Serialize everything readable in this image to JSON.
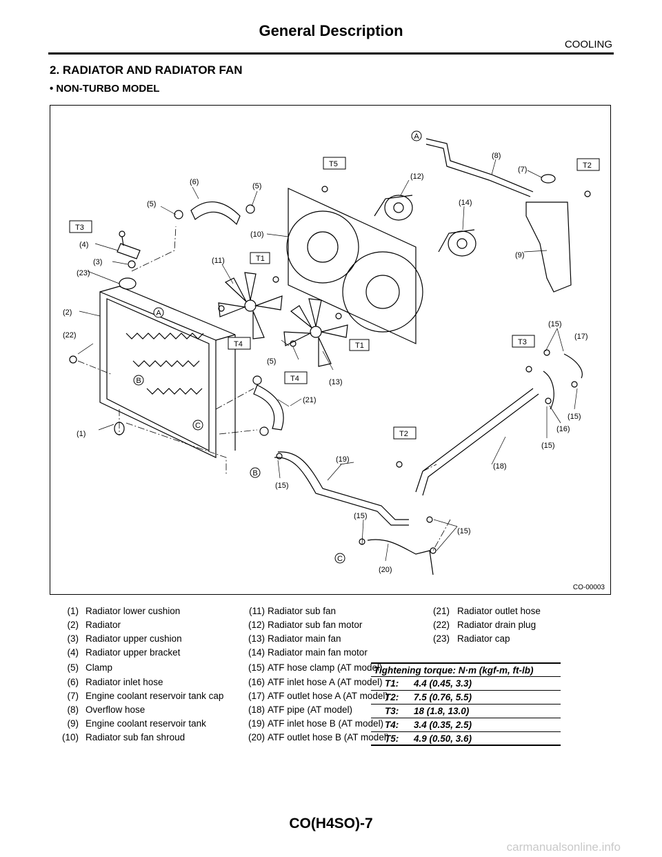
{
  "header": {
    "title": "General Description",
    "section": "COOLING"
  },
  "section_heading": "2.  RADIATOR AND RADIATOR FAN",
  "sub_heading": "• NON-TURBO MODEL",
  "figure": {
    "code": "CO-00003",
    "callouts": [
      "(1)",
      "(2)",
      "(3)",
      "(4)",
      "(5)",
      "(5)",
      "(5)",
      "(6)",
      "(7)",
      "(8)",
      "(9)",
      "(10)",
      "(11)",
      "(12)",
      "(13)",
      "(14)",
      "(15)",
      "(15)",
      "(15)",
      "(15)",
      "(15)",
      "(15)",
      "(16)",
      "(17)",
      "(18)",
      "(19)",
      "(20)",
      "(21)",
      "(22)",
      "(23)"
    ],
    "torque_tags": [
      "T1",
      "T1",
      "T2",
      "T2",
      "T3",
      "T3",
      "T4",
      "T4",
      "T5"
    ],
    "view_markers": [
      "A",
      "A",
      "B",
      "B",
      "C",
      "C"
    ]
  },
  "parts": [
    [
      {
        "n": "(1)",
        "t": "Radiator lower cushion"
      },
      {
        "n": "(11)",
        "t": "Radiator sub fan"
      },
      {
        "n": "(21)",
        "t": "Radiator outlet hose"
      }
    ],
    [
      {
        "n": "(2)",
        "t": "Radiator"
      },
      {
        "n": "(12)",
        "t": "Radiator sub fan motor"
      },
      {
        "n": "(22)",
        "t": "Radiator drain plug"
      }
    ],
    [
      {
        "n": "(3)",
        "t": "Radiator upper cushion"
      },
      {
        "n": "(13)",
        "t": "Radiator main fan"
      },
      {
        "n": "(23)",
        "t": "Radiator cap"
      }
    ],
    [
      {
        "n": "(4)",
        "t": "Radiator upper bracket"
      },
      {
        "n": "(14)",
        "t": "Radiator main fan motor"
      }
    ],
    [
      {
        "n": "(5)",
        "t": "Clamp"
      },
      {
        "n": "(15)",
        "t": "ATF hose clamp (AT model)"
      }
    ],
    [
      {
        "n": "(6)",
        "t": "Radiator inlet hose"
      },
      {
        "n": "(16)",
        "t": "ATF inlet hose A (AT model)"
      }
    ],
    [
      {
        "n": "(7)",
        "t": "Engine coolant reservoir tank cap"
      },
      {
        "n": "(17)",
        "t": "ATF outlet hose A (AT model)"
      }
    ],
    [
      {
        "n": "(8)",
        "t": "Overflow hose"
      },
      {
        "n": "(18)",
        "t": "ATF pipe (AT model)"
      }
    ],
    [
      {
        "n": "(9)",
        "t": "Engine coolant reservoir tank"
      },
      {
        "n": "(19)",
        "t": "ATF inlet hose B (AT model)"
      }
    ],
    [
      {
        "n": "(10)",
        "t": "Radiator sub fan shroud"
      },
      {
        "n": "(20)",
        "t": "ATF outlet hose B (AT model)"
      }
    ]
  ],
  "torque": {
    "title": "Tightening torque: N·m (kgf-m, ft-lb)",
    "rows": [
      {
        "k": "T1:",
        "v": "4.4 (0.45, 3.3)"
      },
      {
        "k": "T2:",
        "v": "7.5 (0.76, 5.5)"
      },
      {
        "k": "T3:",
        "v": "18 (1.8, 13.0)"
      },
      {
        "k": "T4:",
        "v": "3.4 (0.35, 2.5)"
      },
      {
        "k": "T5:",
        "v": "4.9 (0.50, 3.6)"
      }
    ]
  },
  "page_number": "CO(H4SO)-7",
  "watermark": "carmanualsonline.info"
}
